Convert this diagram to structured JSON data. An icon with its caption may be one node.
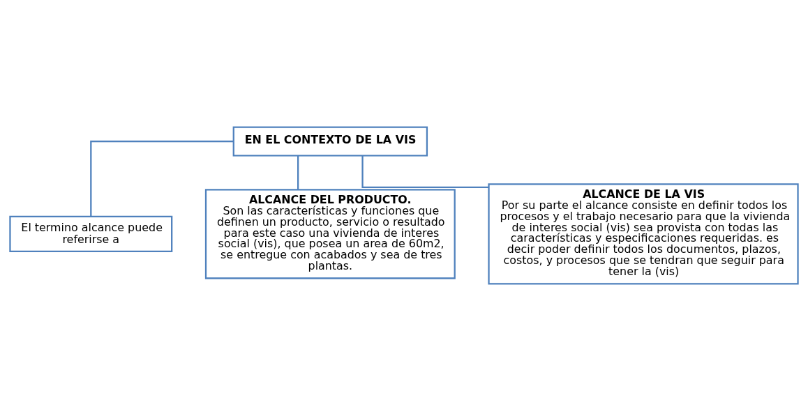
{
  "diagram": {
    "nodes": [
      {
        "text": [
          "EN EL CONTEXTO DE LA VIS"
        ]
      },
      {
        "text": [
          "El termino alcance puede referirse a"
        ]
      },
      {
        "text": [
          "ALCANCE DEL PRODUCTO.",
          "Son las características y funciones que definen un producto, servicio o resultado para este caso una vivienda de interes social (vis), que posea un area de 60m2, se entregue con acabados y sea de tres plantas."
        ]
      },
      {
        "text": [
          "ALCANCE DE LA VIS",
          "Por su parte el alcance consiste en definir todos los procesos y el trabajo necesario para que la vivienda de interes social (vis) sea provista con todas las características y especificaciones requeridas. es decir poder definir todos los documentos, plazos, costos, y procesos que se tendran que seguir para tener la (vis)"
        ]
      }
    ],
    "edges": [
      {
        "from": 0,
        "to": 1,
        "arrow": "none"
      },
      {
        "from": 0,
        "to": 2,
        "arrow": "none"
      },
      {
        "from": 0,
        "to": 3,
        "arrow": "none"
      }
    ]
  }
}
